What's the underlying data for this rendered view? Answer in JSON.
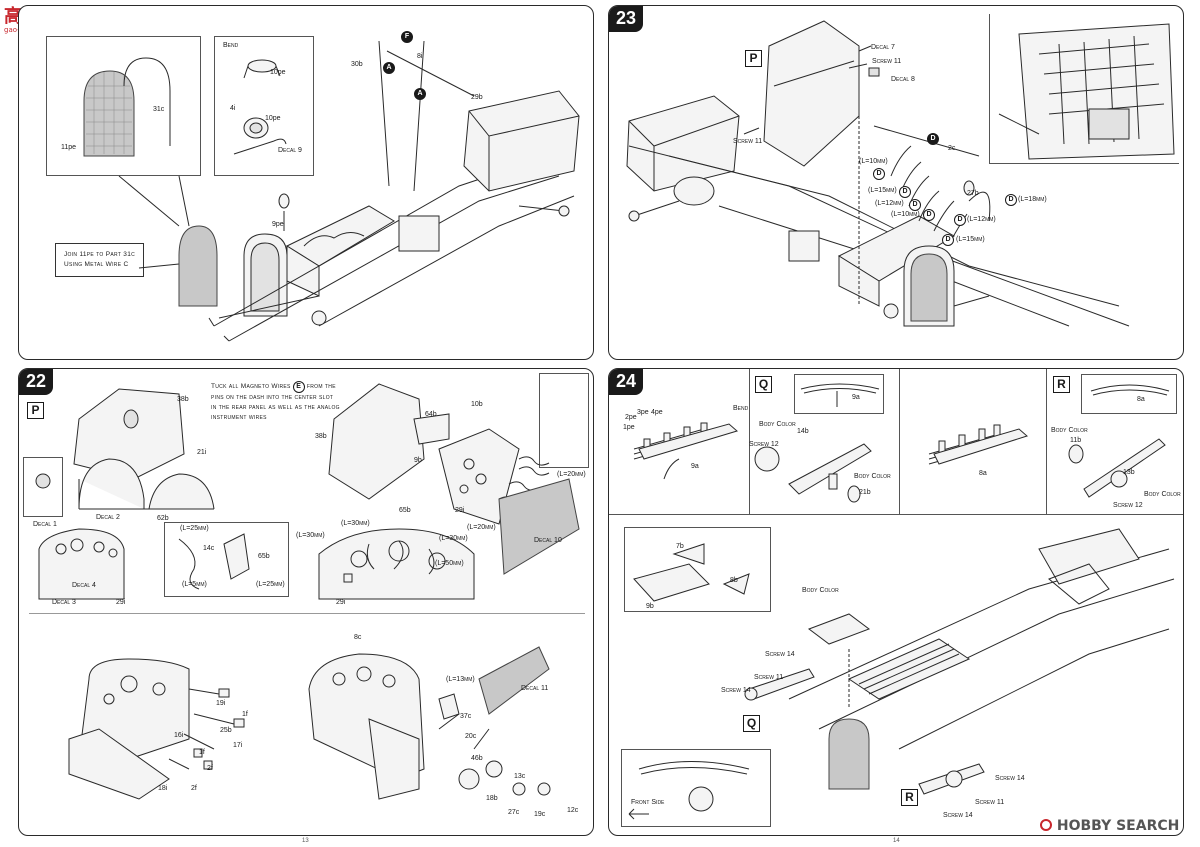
{
  "watermark_top": {
    "brand": "高手网",
    "url": "gao-shou.com"
  },
  "watermark_bottom": {
    "brand": "HOBBY SEARCH"
  },
  "page_numbers": {
    "left": "13",
    "right": "14"
  },
  "colors": {
    "ink": "#1a1a1a",
    "panel_border": "#2a2a2a",
    "mesh": "#c8c8c8",
    "watermark_red": "#c8272d"
  },
  "step21": {
    "join_note": [
      "Join 11pe to Part 31c",
      "Using Metal Wire C"
    ],
    "labels": {
      "p11pe": "11pe",
      "p31c": "31c",
      "bend": "Bend",
      "p10pe_a": "10pe",
      "p4i": "4i",
      "p10pe_b": "10pe",
      "decal9": "Decal 9",
      "p9pe": "9pe",
      "p30b": "30b",
      "p8i": "8i",
      "p29b": "29b"
    },
    "callouts": [
      "F",
      "A",
      "A"
    ]
  },
  "step23": {
    "number": "23",
    "part_box": "P",
    "labels": {
      "decal7": "Decal 7",
      "screw11a": "Screw 11",
      "decal8": "Decal 8",
      "screw11b": "Screw 11",
      "p2c": "2c",
      "p27b": "27b"
    },
    "wires": [
      "(L=10mm)",
      "(L=15mm)",
      "(L=12mm)",
      "(L=10mm)",
      "(L=12mm)",
      "(L=15mm)",
      "(L=18mm)"
    ],
    "wire_letter": "D"
  },
  "step22": {
    "number": "22",
    "part_box": "P",
    "tuck_note": [
      "Tuck all Magneto Wires",
      "from the",
      "pins on the dash into the center slot",
      "in the rear panel as well as the analog",
      "instrument wires"
    ],
    "tuck_letter": "E",
    "labels": {
      "p38b_a": "38b",
      "p21i": "21i",
      "p62b": "62b",
      "decal1": "Decal 1",
      "decal2": "Decal 2",
      "decal3": "Decal 3",
      "decal4": "Decal 4",
      "p29i_a": "29i",
      "p14c": "14c",
      "p65b_a": "65b",
      "p38b_b": "38b",
      "p64b": "64b",
      "p10b": "10b",
      "p9b": "9b",
      "p65b_b": "65b",
      "p29i_b": "29i",
      "decal10": "Decal 10",
      "p29i_c": "29i",
      "p8c": "8c",
      "decal11": "Decal 11",
      "p37c": "37c",
      "p20c": "20c",
      "p46b": "46b",
      "p13c": "13c",
      "p18b": "18b",
      "p27c": "27c",
      "p19c": "19c",
      "p12c": "12c",
      "p19i": "19i",
      "p25b": "25b",
      "p1f_a": "1f",
      "p16i": "16i",
      "p17i": "17i",
      "p1f_b": "1f",
      "p2f_a": "2f",
      "p18i": "18i",
      "p2f_b": "2f"
    },
    "wires": [
      "(L=25mm)",
      "(L=5mm)",
      "(L=25mm)",
      "(L=30mm)",
      "(L=30mm)",
      "(L=30mm)",
      "(L=50mm)",
      "(L=20mm)",
      "(L=20mm)",
      "(L=13mm)"
    ]
  },
  "step24": {
    "number": "24",
    "part_box_q": "Q",
    "part_box_r": "R",
    "labels": {
      "p1pe_a": "1pe",
      "p2pe_a": "2pe",
      "p3pe_a": "3pe",
      "p4pe_a": "4pe",
      "bend_a": "Bend",
      "p9a": "9a",
      "body_color_a": "Body Color",
      "p14b": "14b",
      "screw12_a": "Screw 12",
      "p21b": "21b",
      "body_color_b": "Body Color",
      "p9a_top": "9a",
      "p8a": "8a",
      "p8a_top": "8a",
      "body_color_c": "Body Color",
      "p11b": "11b",
      "p13b": "13b",
      "body_color_d": "Body Color",
      "screw12_b": "Screw 12",
      "p7b": "7b",
      "p8b": "8b",
      "p9b": "9b",
      "body_color_e": "Body Color",
      "screw14_a": "Screw 14",
      "screw11_a": "Screw 11",
      "screw14_b": "Screw 14",
      "screw14_c": "Screw 14",
      "screw11_b": "Screw 11",
      "screw14_d": "Screw 14",
      "front_side": "Front Side"
    }
  }
}
